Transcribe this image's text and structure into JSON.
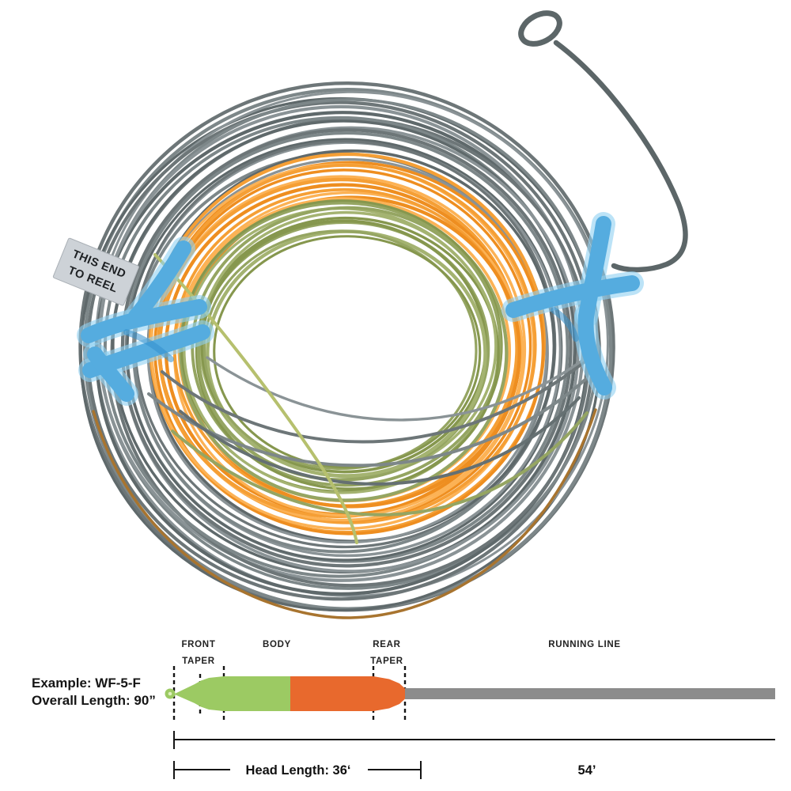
{
  "photo": {
    "tag": {
      "line1": "THIS END",
      "line2": "TO  REEL"
    },
    "colors": {
      "line_gray": [
        "#6d7678",
        "#7d8789",
        "#5f696b",
        "#8a9396"
      ],
      "line_orange": [
        "#f59f35",
        "#ee8e20",
        "#fcb255"
      ],
      "line_green": [
        "#95a562",
        "#86974e",
        "#a4b371"
      ],
      "bottom_rim": "#a8742f",
      "tip_line": "#b6c06e",
      "tie_blue": "#55acdf",
      "tie_blue_light": "#90d0f2",
      "tie_blue_dark": "#338fcc",
      "tag_bg": "#cdd2d7",
      "leader_line": "#5c6668"
    }
  },
  "diagram": {
    "example_line1": "Example: WF-5-F",
    "example_line2": "Overall Length: 90”",
    "labels": {
      "front_taper_line1": "FRONT",
      "front_taper_line2": "TAPER",
      "body": "BODY",
      "rear_taper_line1": "REAR",
      "rear_taper_line2": "TAPER",
      "running_line": "RUNNING LINE"
    },
    "head_length_label": "Head Length:  36‘",
    "running_length_label": "54’",
    "measurements": {
      "line_code": "WF-5-F",
      "overall_length": "90”",
      "head_length": "36‘",
      "running_line_length": "54’"
    },
    "colors": {
      "front_body": "#9cca63",
      "rear_body": "#e8692d",
      "running": "#8c8c8c"
    }
  }
}
